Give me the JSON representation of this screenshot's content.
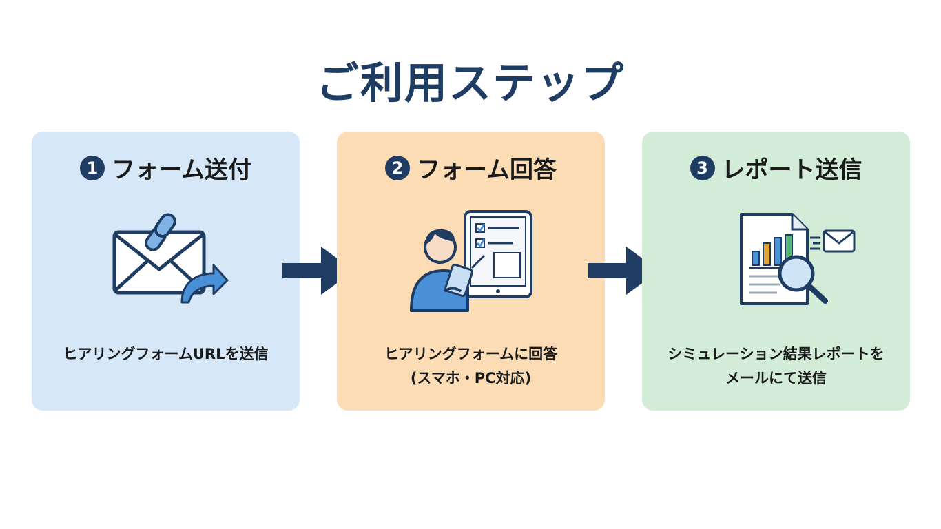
{
  "title": "ご利用ステップ",
  "steps": [
    {
      "number": "1",
      "title": "フォーム送付",
      "icon": "email-link-send-icon",
      "description_lines": [
        "ヒアリングフォームURLを送信"
      ],
      "bg_color": "#d6e7f8"
    },
    {
      "number": "2",
      "title": "フォーム回答",
      "icon": "person-tablet-checklist-icon",
      "description_lines": [
        "ヒアリングフォームに回答",
        "(スマホ・PC対応)"
      ],
      "bg_color": "#fbdcb4"
    },
    {
      "number": "3",
      "title": "レポート送信",
      "icon": "report-magnifier-mail-icon",
      "description_lines": [
        "シミュレーション結果レポートを",
        "メールにて送信"
      ],
      "bg_color": "#d2ecd7"
    }
  ],
  "colors": {
    "accent": "#1f3d63",
    "blue_icon": "#4a90d9"
  }
}
